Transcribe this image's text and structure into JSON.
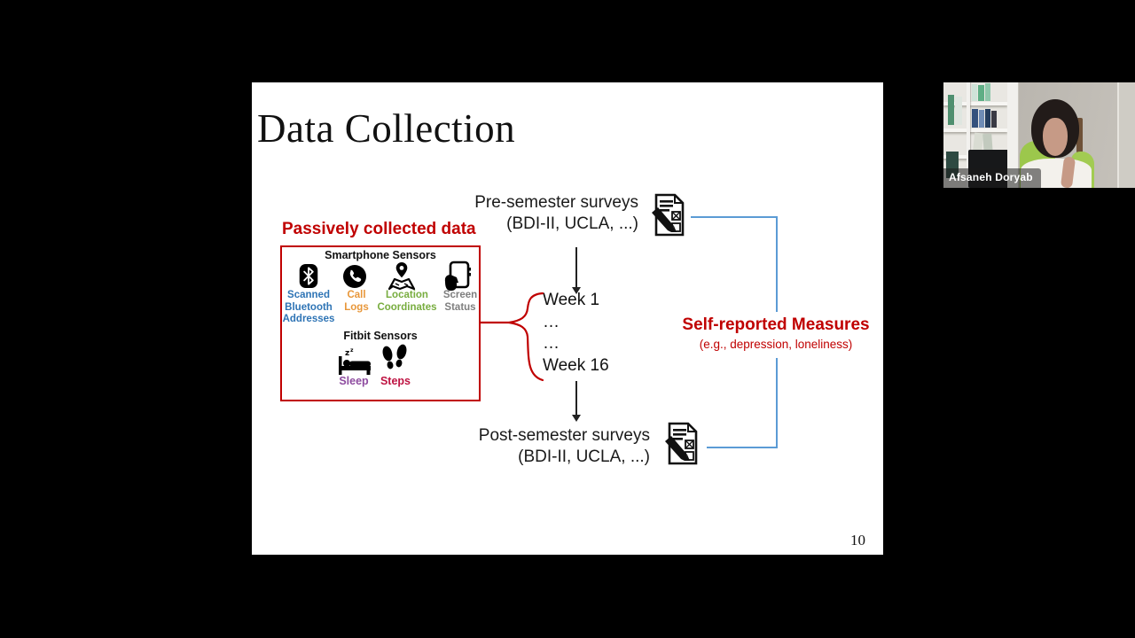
{
  "slide": {
    "title": "Data Collection",
    "page_number": "10",
    "pre_surveys": {
      "line1": "Pre-semester surveys",
      "line2": "(BDI-II, UCLA, ...)"
    },
    "post_surveys": {
      "line1": "Post-semester surveys",
      "line2": "(BDI-II, UCLA, ...)"
    },
    "timeline": {
      "items": [
        "Week 1",
        "…",
        "…",
        "Week 16"
      ]
    },
    "self_reported": {
      "title": "Self-reported Measures",
      "subtitle": "(e.g., depression, loneliness)",
      "color": "#C00000"
    },
    "passive_box": {
      "heading": "Passively collected data",
      "smartphone_heading": "Smartphone Sensors",
      "fitbit_heading": "Fitbit Sensors",
      "sensors": [
        {
          "label": "Scanned\nBluetooth\nAddresses",
          "icon": "bluetooth-icon",
          "color": "#2E74B5"
        },
        {
          "label": "Call\nLogs",
          "icon": "phone-call-icon",
          "color": "#E8973A"
        },
        {
          "label": "Location\nCoordinates",
          "icon": "map-location-pin-icon",
          "color": "#78AD3F"
        },
        {
          "label": "Screen\nStatus",
          "icon": "phone-in-hand-icon",
          "color": "#7F7F7F"
        }
      ],
      "fitbit_sensors": [
        {
          "label": "Sleep",
          "icon": "sleep-bed-icon",
          "color": "#8E4CA0"
        },
        {
          "label": "Steps",
          "icon": "footprints-icon",
          "color": "#BE1241"
        }
      ],
      "border_color": "#C00000"
    },
    "colors": {
      "accent_red": "#C00000",
      "connector_blue": "#5B9BD5"
    }
  },
  "webcam": {
    "participant_name": "Afsaneh Doryab"
  }
}
